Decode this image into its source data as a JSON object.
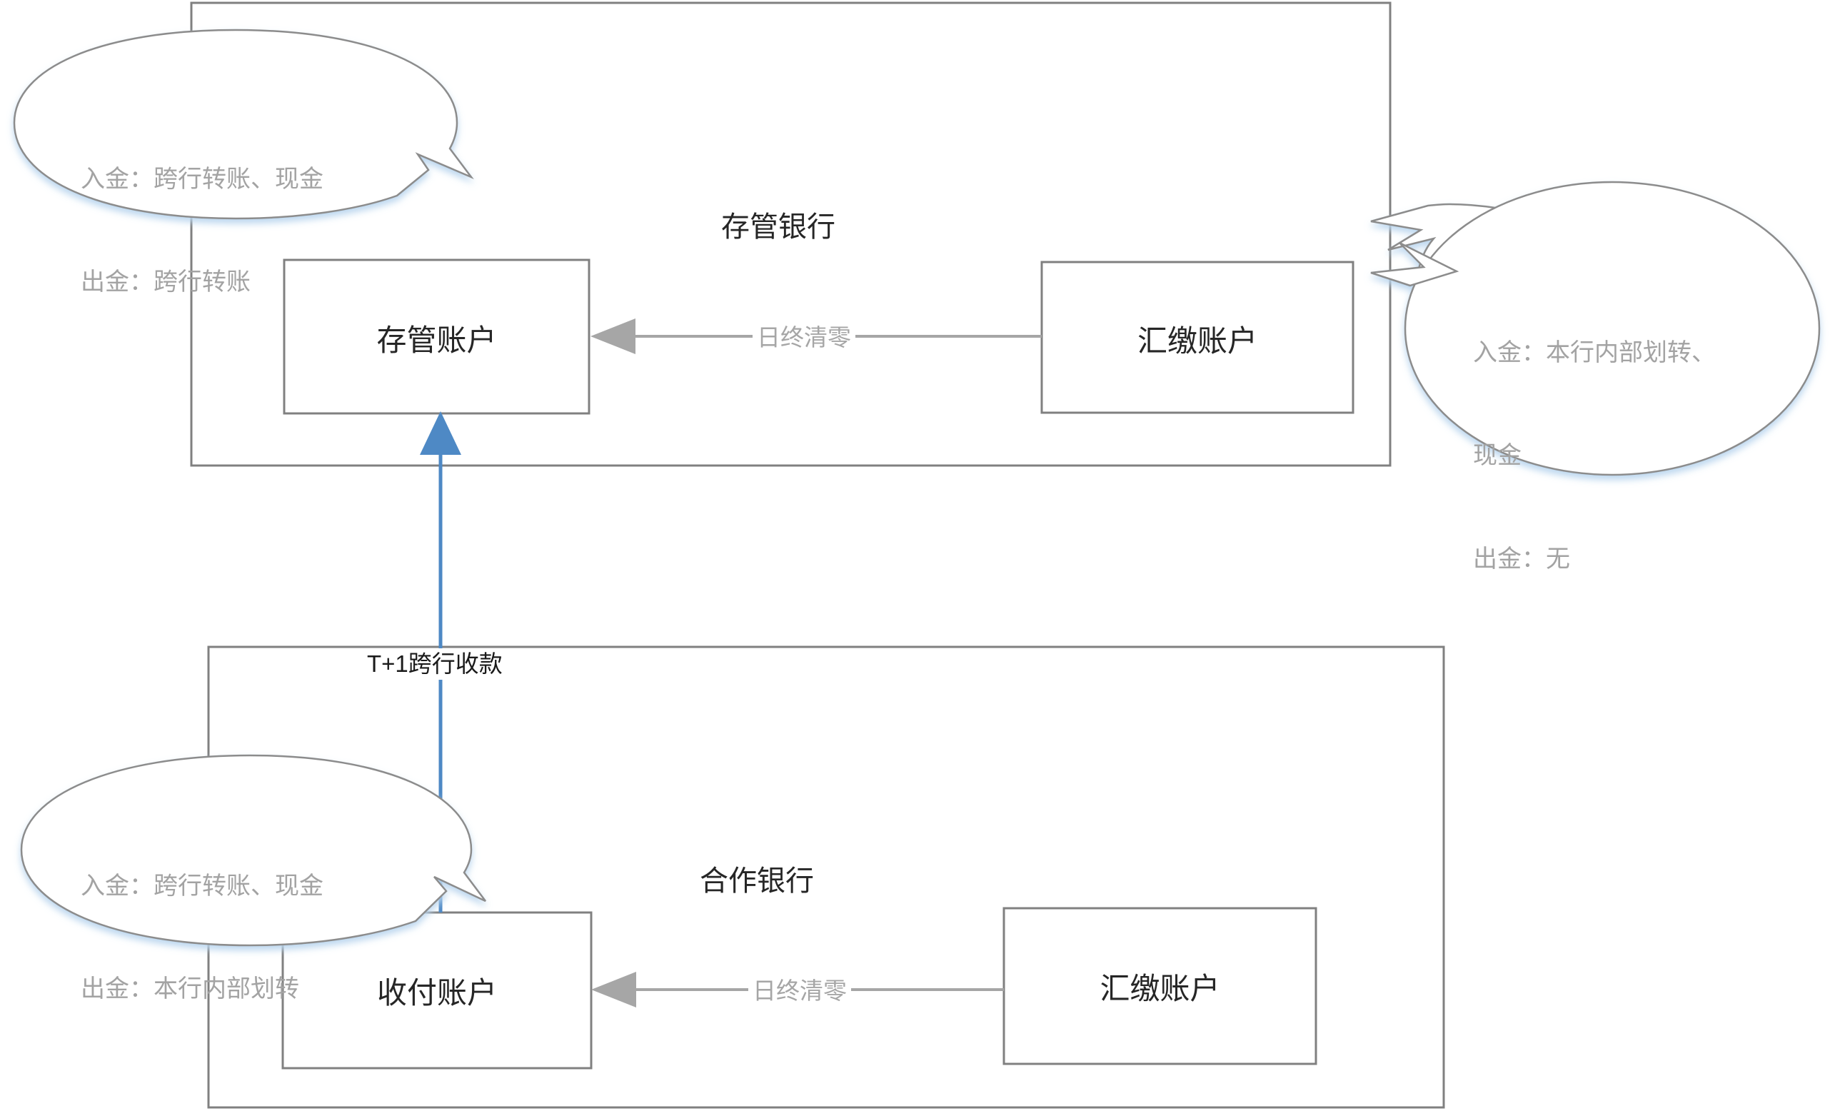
{
  "diagram": {
    "title_semantics": "bank-account-fund-flow-diagram",
    "groups": [
      {
        "id": "custodian-bank",
        "title": "存管银行",
        "nodes": [
          {
            "id": "custodian-account",
            "label": "存管账户"
          },
          {
            "id": "collection-account-top",
            "label": "汇缴账户"
          }
        ],
        "edge_label": "日终清零"
      },
      {
        "id": "partner-bank",
        "title": "合作银行",
        "nodes": [
          {
            "id": "receipt-payment-account",
            "label": "收付账户"
          },
          {
            "id": "collection-account-bottom",
            "label": "汇缴账户"
          }
        ],
        "edge_label": "日终清零"
      }
    ],
    "cross_group_edge": {
      "id": "t-plus-1-transfer",
      "label": "T+1跨行收款",
      "color": "#4e89c5",
      "direction": "upward"
    },
    "callouts": [
      {
        "id": "callout-custodian-account",
        "lines": [
          "入金：跨行转账、现金",
          "出金：跨行转账"
        ]
      },
      {
        "id": "callout-collection-account-top",
        "lines": [
          "入金：本行内部划转、",
          "现金",
          "出金：无"
        ]
      },
      {
        "id": "callout-receipt-payment-account",
        "lines": [
          "入金：跨行转账、现金",
          "出金：本行内部划转"
        ]
      }
    ],
    "colors": {
      "border": "#808080",
      "edge": "#a6a6a6",
      "accent_blue": "#4e89c5",
      "callout_text": "#a3a3a3",
      "node_text": "#262626"
    }
  }
}
